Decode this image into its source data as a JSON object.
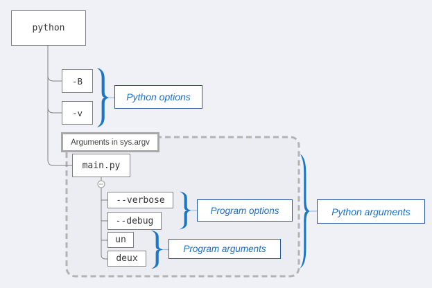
{
  "diagram_type": "tree",
  "nodes": {
    "python": "python",
    "b_option": "-B",
    "v_option": "-v",
    "main": "main.py",
    "verbose": "--verbose",
    "debug": "--debug",
    "un": "un",
    "deux": "deux"
  },
  "groups": {
    "sys_argv_title": "Arguments in sys.argv"
  },
  "labels": {
    "python_options": "Python options",
    "program_options": "Program options",
    "program_arguments": "Program arguments",
    "python_arguments": "Python arguments"
  },
  "icons": {
    "collapse": "minus-circle-icon"
  },
  "structure": {
    "python_children": [
      "-B",
      "-v",
      "main.py"
    ],
    "main_children": [
      "--verbose",
      "--debug",
      "un",
      "deux"
    ],
    "python_options_group": [
      "-B",
      "-v"
    ],
    "program_options_group": [
      "--verbose",
      "--debug"
    ],
    "program_arguments_group": [
      "un",
      "deux"
    ],
    "python_arguments_group": [
      "main.py",
      "--verbose",
      "--debug",
      "un",
      "deux"
    ]
  },
  "colors": {
    "background": "#f0f1f6",
    "node_border": "#7f7f7f",
    "node_fill": "#ffffff",
    "node_text": "#333333",
    "tree_line": "#7f7f7f",
    "dashed_group_border": "#b3b3b3",
    "dashed_group_fill": "#ecedf2",
    "group_title_border": "#a8a8a8",
    "brace_blue": "#1b77c5",
    "label_border": "#2456a2",
    "label_text": "#1c6ec6"
  }
}
